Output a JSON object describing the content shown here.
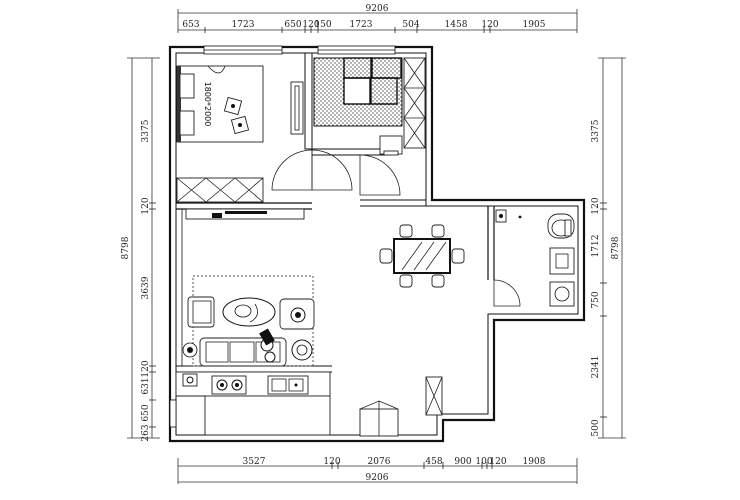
{
  "dimensions": {
    "top_total": "9206",
    "top_segments": [
      "653",
      "1723",
      "650",
      "120",
      "150",
      "1723",
      "504",
      "1458",
      "120",
      "1905"
    ],
    "bottom_total": "9206",
    "bottom_segments": [
      "3527",
      "120",
      "2076",
      "458",
      "900",
      "100",
      "120",
      "1908"
    ],
    "left_total": "8798",
    "left_segments": [
      "3375",
      "120",
      "3639",
      "120",
      "631",
      "650",
      "263"
    ],
    "right_total": "8798",
    "right_segments": [
      "3375",
      "120",
      "1712",
      "750",
      "2341",
      "500"
    ]
  },
  "bed_label": "1800*2000"
}
